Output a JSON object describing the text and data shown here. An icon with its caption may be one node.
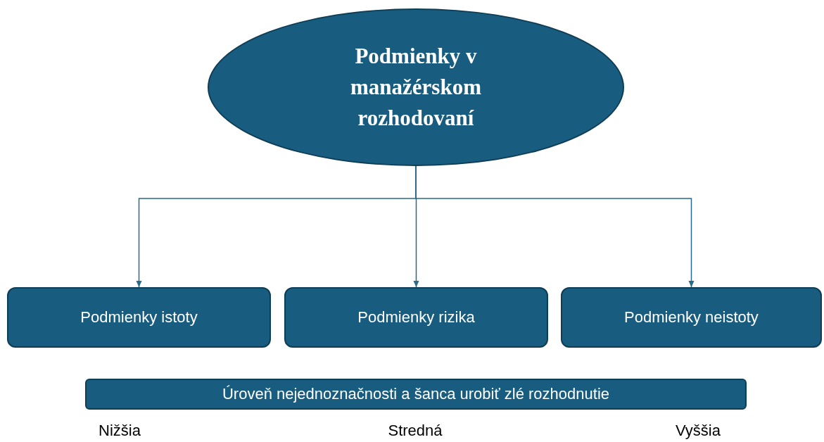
{
  "diagram": {
    "nodes": [
      {
        "text": [
          "Podmienky v manažérskom rozhodovaní"
        ]
      },
      {
        "text": [
          "Podmienky istoty"
        ]
      },
      {
        "text": [
          "Podmienky rizika"
        ]
      },
      {
        "text": [
          "Podmienky neistoty"
        ]
      },
      {
        "text": [
          "Úroveň nejednoznačnosti a šanca urobiť zlé rozhodnutie"
        ]
      }
    ],
    "edges": [
      {
        "from": 0,
        "to": 1,
        "arrow": "to"
      },
      {
        "from": 0,
        "to": 2,
        "arrow": "to"
      },
      {
        "from": 0,
        "to": 3,
        "arrow": "to"
      }
    ],
    "labels": [
      "Nižšia",
      "Stredná",
      "Vyššia"
    ]
  }
}
